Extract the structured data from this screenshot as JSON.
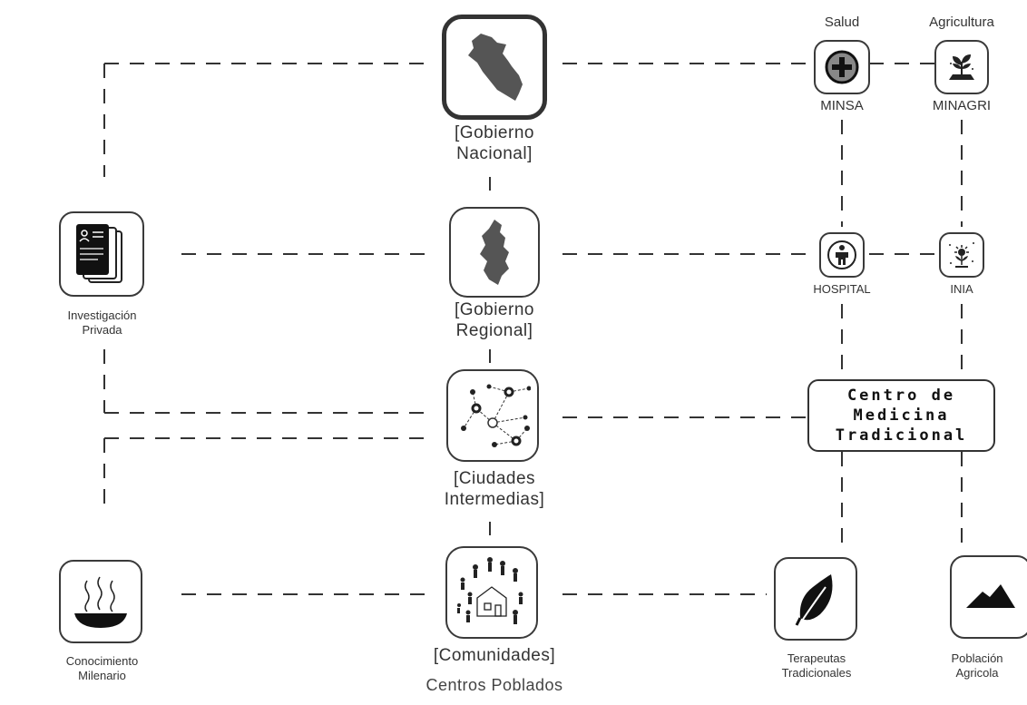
{
  "central": {
    "nacional": [
      "[Gobierno",
      "Nacional]"
    ],
    "regional": [
      "[Gobierno",
      "Regional]"
    ],
    "ciudades": [
      "[Ciudades",
      "Intermedias]"
    ],
    "comunidades": "[Comunidades]",
    "centros": "Centros Poblados"
  },
  "left": {
    "investigacion": [
      "Investigación",
      "Privada"
    ],
    "conocimiento": [
      "Conocimiento",
      "Milenario"
    ]
  },
  "right": {
    "salud": "Salud",
    "agricultura": "Agricultura",
    "minsa": "MINSA",
    "minagri": "MINAGRI",
    "hospital": "HOSPITAL",
    "inia": "INIA",
    "centro": [
      "Centro de",
      "Medicina",
      "Tradicional"
    ],
    "terapeutas": [
      "Terapeutas",
      "Tradicionales"
    ],
    "poblacion": [
      "Población",
      "Agricola"
    ]
  },
  "icons": {
    "nacional": "peru-map-icon",
    "regional": "region-map-icon",
    "ciudades": "network-nodes-icon",
    "comunidades": "community-village-icon",
    "investigacion": "documents-icon",
    "conocimiento": "steaming-bowl-icon",
    "minsa": "medical-cross-icon",
    "minagri": "seedling-icon",
    "hospital": "person-icon",
    "inia": "plant-research-icon",
    "terapeutas": "leaf-icon",
    "poblacion": "mountain-icon"
  },
  "colors": {
    "stroke": "#333333",
    "fill": "#555555"
  }
}
